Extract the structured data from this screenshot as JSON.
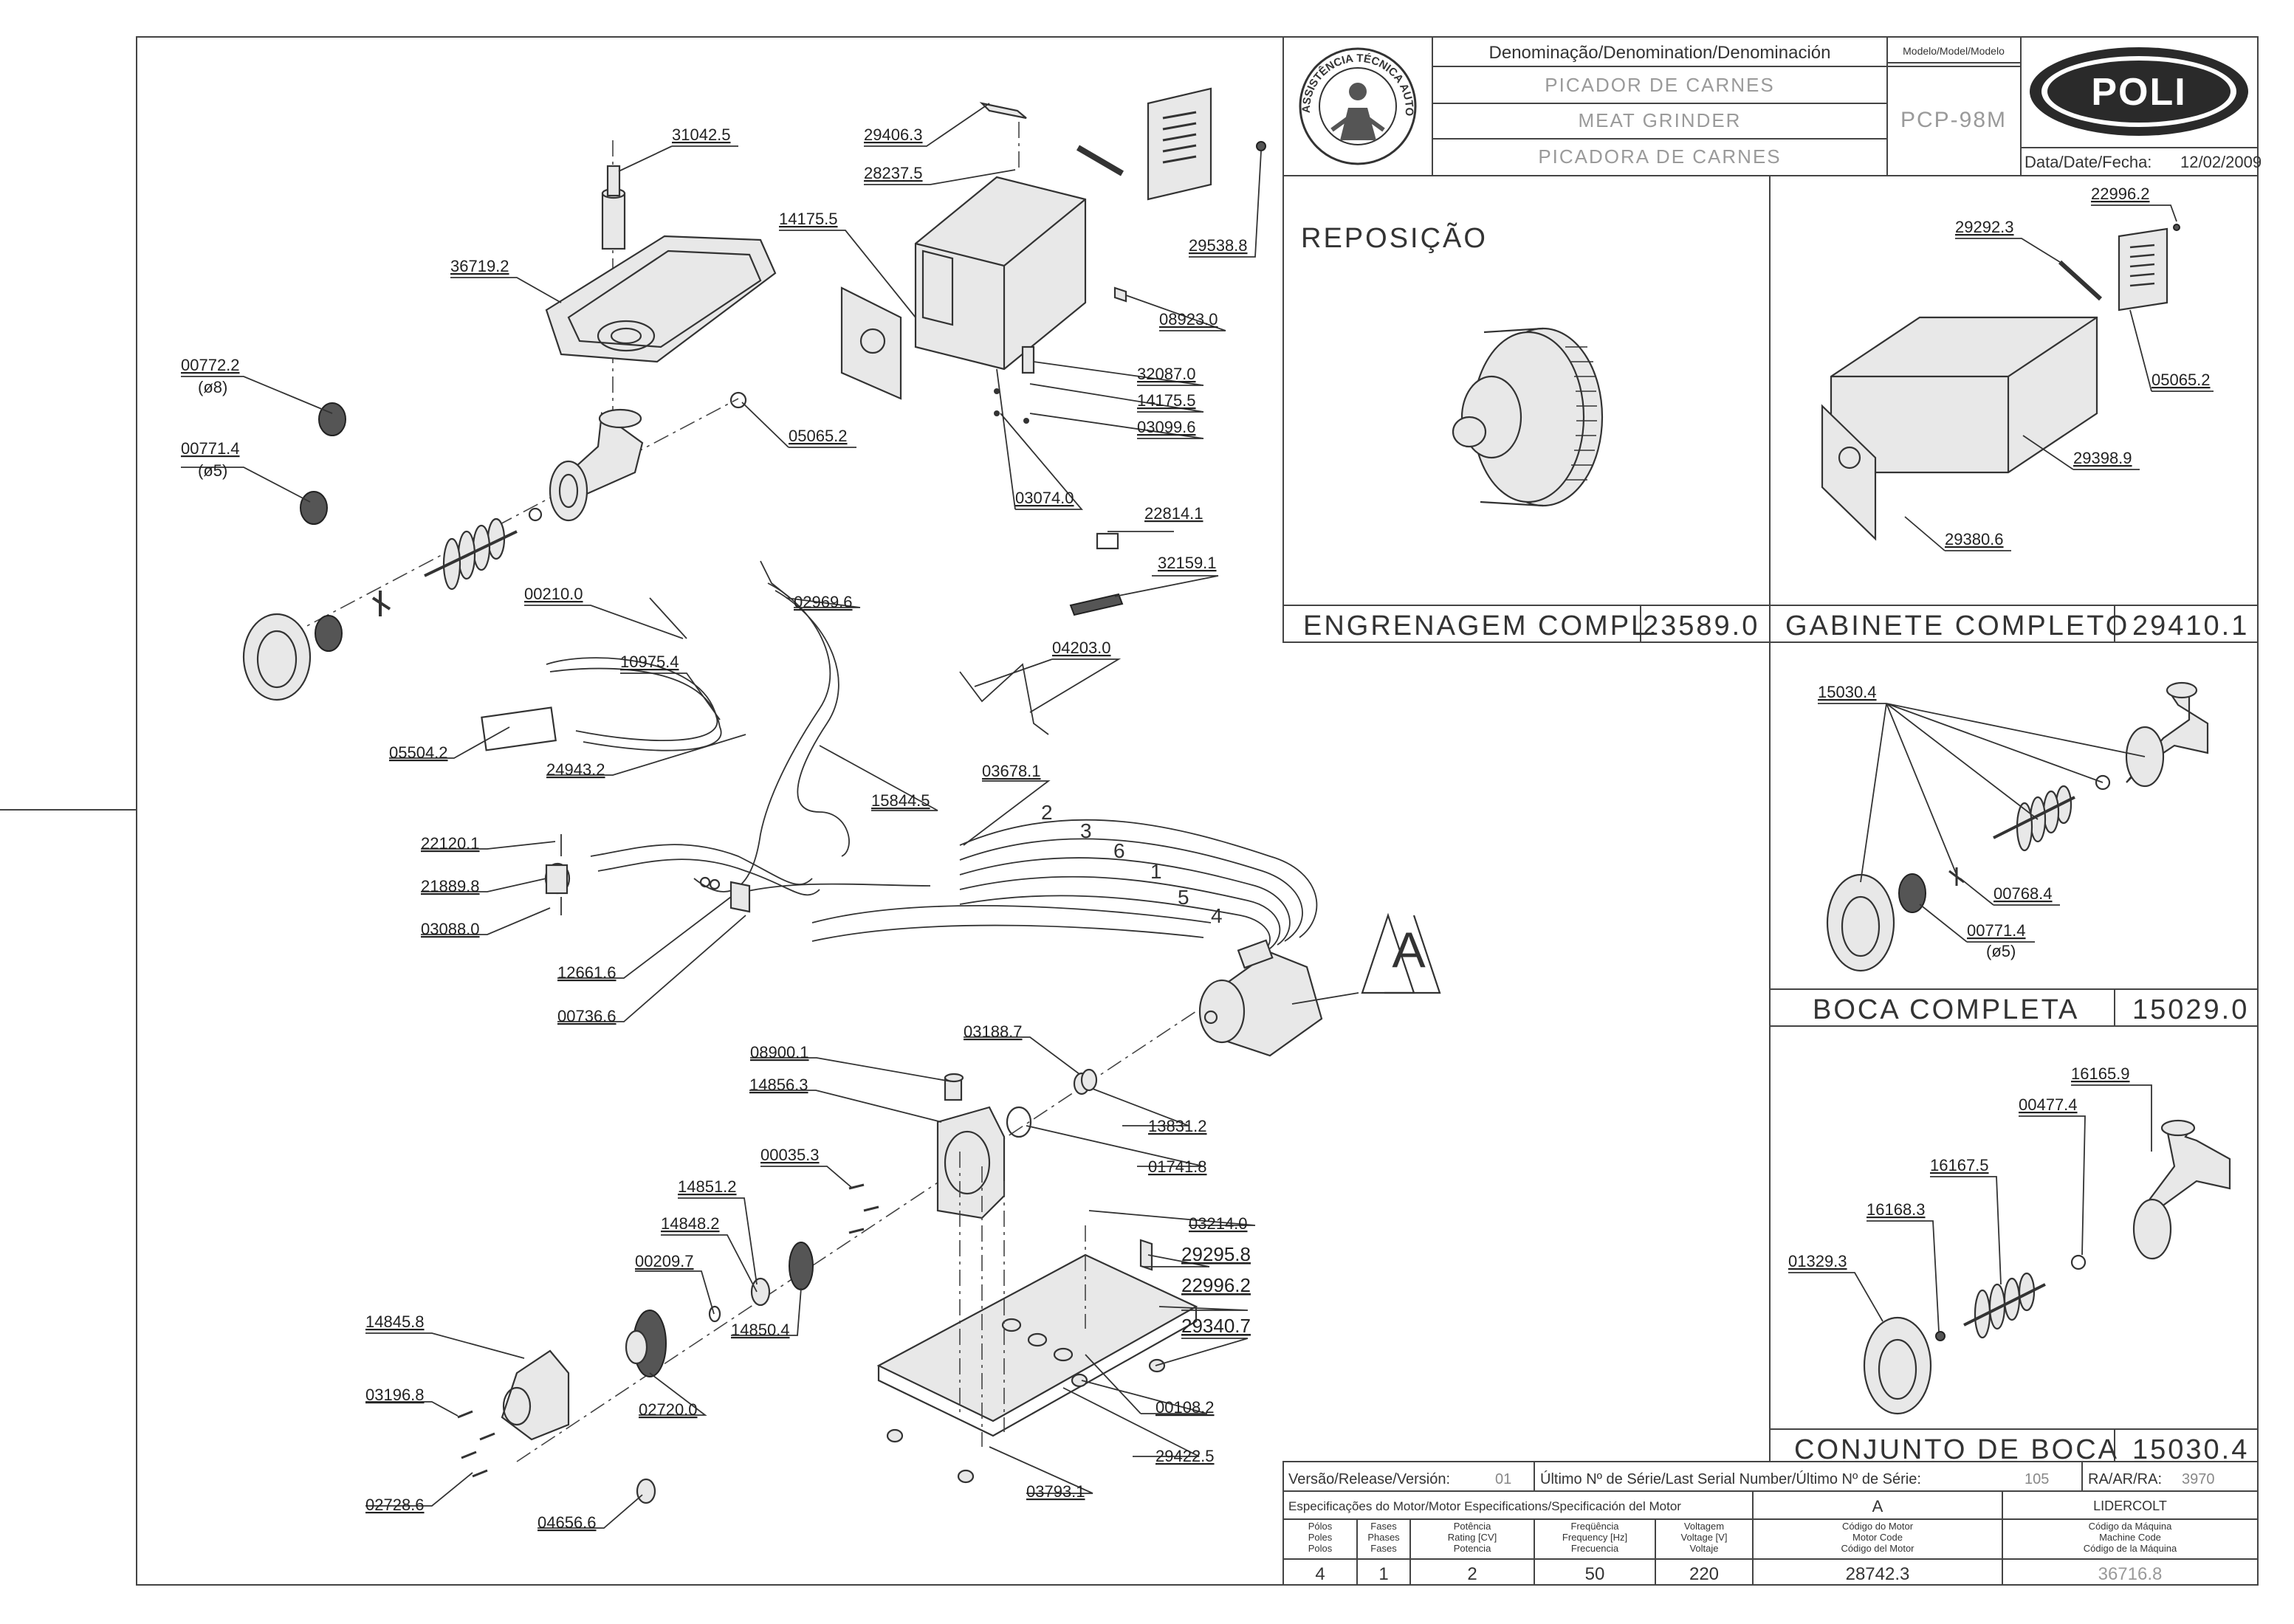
{
  "title_block": {
    "denomination_header": "Denominação/Denomination/Denominación",
    "name_pt": "PICADOR DE CARNES",
    "name_en": "MEAT GRINDER",
    "name_es": "PICADORA DE CARNES",
    "model_header": "Modelo/Model/Modelo",
    "model": "PCP-98M",
    "brand": "POLI",
    "date_label": "Data/Date/Fecha:",
    "date": "12/02/2009",
    "seal_text": "ASSISTÊNCIA TÉCNICA AUTORIZADA"
  },
  "panels": {
    "reposicao_title": "REPOSIÇÃO",
    "gear_caption": "ENGRENAGEM COMPL.",
    "gear_code": "23589.0",
    "cabinet_caption": "GABINETE COMPLETO",
    "cabinet_code": "29410.1",
    "mouth_caption": "BOCA COMPLETA",
    "mouth_code": "15029.0",
    "mouth_set_caption": "CONJUNTO DE BOCA",
    "mouth_set_code": "15030.4"
  },
  "cabinet_labels": [
    "22996.2",
    "29292.3",
    "05065.2",
    "29398.9",
    "29380.6"
  ],
  "mouth_labels": [
    "15030.4",
    "00768.4",
    "00771.4",
    "(ø5)"
  ],
  "mouth_set_labels": [
    "16165.9",
    "00477.4",
    "16167.5",
    "16168.3",
    "01329.3"
  ],
  "main_labels": {
    "l31042": "31042.5",
    "l36719": "36719.2",
    "l00772": "00772.2",
    "l00772d": "(ø8)",
    "l00771": "00771.4",
    "l00771d": "(ø5)",
    "l05065": "05065.2",
    "l29406": "29406.3",
    "l28237": "28237.5",
    "l14175a": "14175.5",
    "l29538": "29538.8",
    "l08923": "08923.0",
    "l32087": "32087.0",
    "l14175b": "14175.5",
    "l03099": "03099.6",
    "l03074": "03074.0",
    "l22814": "22814.1",
    "l32159": "32159.1",
    "l00210": "00210.0",
    "l02969": "02969.6",
    "l10975": "10975.4",
    "l04203": "04203.0",
    "l05504": "05504.2",
    "l24943": "24943.2",
    "l15844": "15844.5",
    "l03678": "03678.1",
    "l22120": "22120.1",
    "l21889": "21889.8",
    "l03088": "03088.0",
    "l12661": "12661.6",
    "l00736": "00736.6",
    "l08900": "08900.1",
    "l03188": "03188.7",
    "l14856": "14856.3",
    "l13831": "13831.2",
    "l01741": "01741.8",
    "l00035": "00035.3",
    "l14851": "14851.2",
    "l03214": "03214.0",
    "l14848": "14848.2",
    "l29295": "29295.8",
    "l00209": "00209.7",
    "l22996": "22996.2",
    "l29340": "29340.7",
    "l14850": "14850.4",
    "l14845": "14845.8",
    "l00108": "00108.2",
    "l03196": "03196.8",
    "l02720": "02720.0",
    "l29422": "29422.5",
    "l02728": "02728.6",
    "l04656": "04656.6",
    "l03793": "03793.1",
    "wire_numbers": [
      "2",
      "3",
      "6",
      "1",
      "5",
      "4"
    ],
    "detail_marker": "A"
  },
  "footer": {
    "version_label": "Versão/Release/Versión:",
    "version": "01",
    "serial_label": "Último Nº de Série/Last Serial Number/Último Nº de Série:",
    "serial": "105",
    "ra_label": "RA/AR/RA:",
    "ra": "3970",
    "motor_spec_label": "Especificações do Motor/Motor Especifications/Specificación del Motor",
    "motor_variant": "A",
    "motor_maker": "LIDERCOLT",
    "col_poles": [
      "Pólos",
      "Poles",
      "Polos"
    ],
    "col_phases": [
      "Fases",
      "Phases",
      "Fases"
    ],
    "col_power": [
      "Potência",
      "Rating [CV]",
      "Potencia"
    ],
    "col_freq": [
      "Freqüência",
      "Frequency [Hz]",
      "Frecuencia"
    ],
    "col_volt": [
      "Voltagem",
      "Voltage [V]",
      "Voltaje"
    ],
    "col_motor_code": [
      "Código do Motor",
      "Motor Code",
      "Código del Motor"
    ],
    "col_machine_code": [
      "Código da Máquina",
      "Machine Code",
      "Código de la Máquina"
    ],
    "poles": "4",
    "phases": "1",
    "power": "2",
    "frequency": "50",
    "voltage": "220",
    "motor_code": "28742.3",
    "machine_code": "36716.8"
  }
}
